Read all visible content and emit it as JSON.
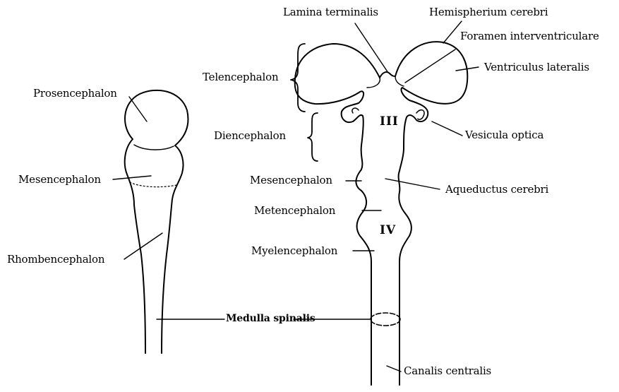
{
  "labels": {
    "lamina_terminalis": "Lamina terminalis",
    "hemispherium_cerebri": "Hemispherium cerebri",
    "foramen_interventriculare": "Foramen interventriculare",
    "ventriculus_lateralis": "Ventriculus lateralis",
    "telencephalon": "Telencephalon",
    "prosencephalon": "Prosencephalon",
    "diencephalon": "Diencephalon",
    "ventricle_iii": "III",
    "vesicula_optica": "Vesicula optica",
    "mesencephalon_left": "Mesencephalon",
    "mesencephalon_right": "Mesencephalon",
    "aqueductus_cerebri": "Aqueductus cerebri",
    "metencephalon": "Metencephalon",
    "ventricle_iv": "IV",
    "myelencephalon": "Myelencephalon",
    "rhombencephalon": "Rhombencephalon",
    "medulla_spinalis": "Medulla spinalis",
    "canalis_centralis": "Canalis centralis"
  },
  "colors": {
    "ink": "#000000",
    "background": "#ffffff"
  }
}
